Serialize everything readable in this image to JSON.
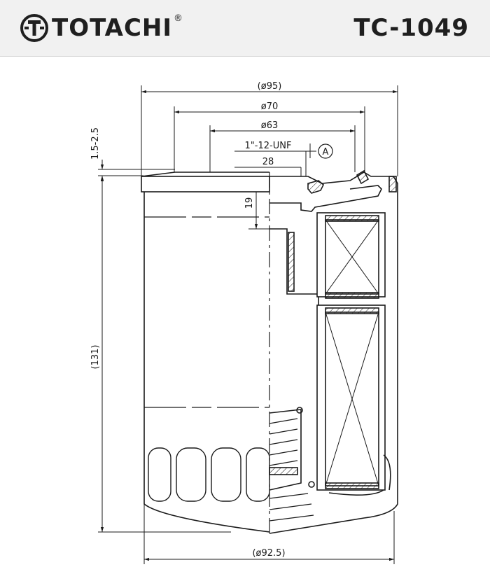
{
  "header": {
    "brand": "TOTACHI",
    "registered_mark": "®",
    "part_number": "TC-1049"
  },
  "dimensions": {
    "outer_diameter": "(ø95)",
    "gasket_diameter": "ø70",
    "gasket_inner_diameter": "ø63",
    "thread": "1\"-12-UNF",
    "thread_length": "28",
    "gasket_offset": "1.5-2.5",
    "thread_depth": "19",
    "height": "(131)",
    "body_diameter": "(ø92.5)",
    "detail_callout": "A"
  }
}
